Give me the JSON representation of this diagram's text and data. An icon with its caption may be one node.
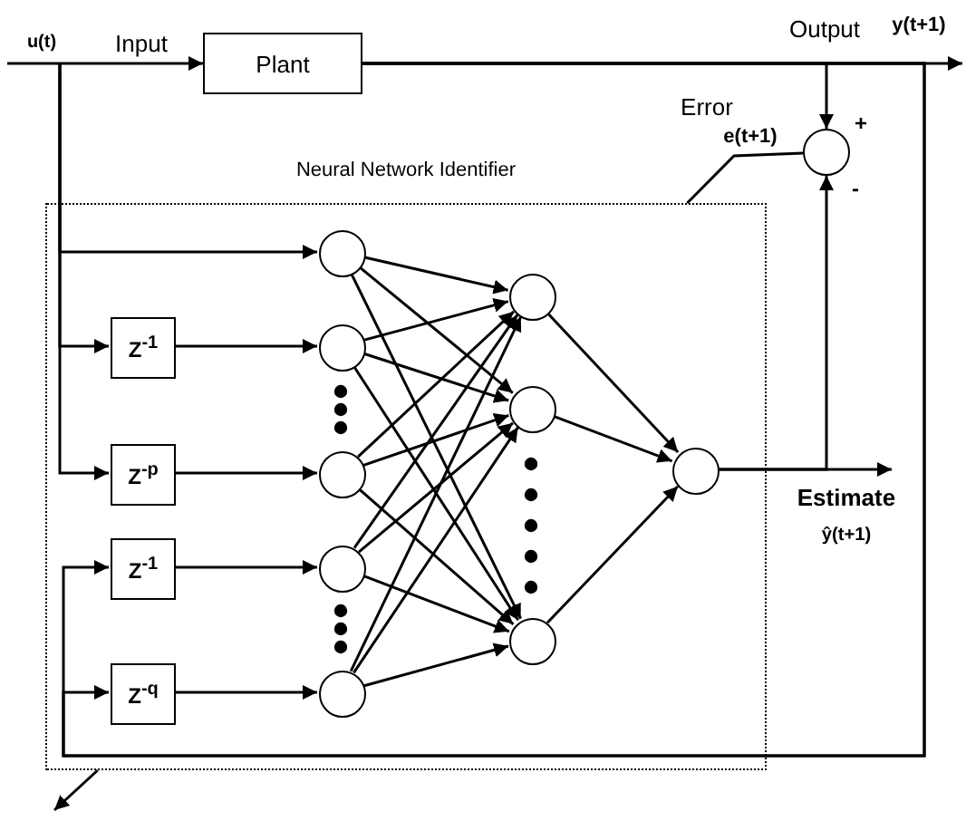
{
  "diagram": {
    "nodes": [
      {
        "text": [
          "Plant"
        ]
      },
      {
        "text": [],
        "shape": "circle"
      },
      {
        "text": [
          "Neural Network Identifier"
        ]
      },
      {
        "text": [
          "Z$^{-1}$"
        ],
        "in": 2
      },
      {
        "text": [
          "Z$^{-p}$"
        ],
        "in": 2
      },
      {
        "text": [
          "Z$^{-1}$"
        ],
        "in": 2
      },
      {
        "text": [
          "Z$^{-q}$"
        ],
        "in": 2
      },
      {
        "text": [],
        "shape": "circle",
        "in": 2
      },
      {
        "text": [],
        "shape": "circle",
        "in": 2
      },
      {
        "text": [],
        "shape": "circle",
        "in": 2
      },
      {
        "text": [],
        "shape": "circle",
        "in": 2
      },
      {
        "text": [],
        "shape": "circle",
        "in": 2
      },
      {
        "text": [],
        "shape": "circle",
        "in": 2
      },
      {
        "text": [],
        "shape": "circle",
        "in": 2
      },
      {
        "text": [],
        "shape": "circle",
        "in": 2
      },
      {
        "text": [],
        "shape": "circle",
        "in": 2
      },
      {
        "text": [
          "u(t)"
        ]
      },
      {
        "text": [
          "y(t+1)"
        ]
      },
      {
        "text": [
          "Estimate",
          "ŷ(t+1)"
        ]
      }
    ],
    "edges": [
      {
        "from": 16,
        "to": 0,
        "arrow": "to"
      },
      {
        "from": 0,
        "to": 17,
        "arrow": "to"
      },
      {
        "from": 0,
        "to": 1,
        "arrow": "to"
      },
      {
        "from": 16,
        "to": 7,
        "arrow": "to"
      },
      {
        "from": 16,
        "to": 3,
        "arrow": "to"
      },
      {
        "from": 16,
        "to": 4,
        "arrow": "to"
      },
      {
        "from": 3,
        "to": 8,
        "arrow": "to"
      },
      {
        "from": 4,
        "to": 9,
        "arrow": "to"
      },
      {
        "from": 0,
        "to": 5,
        "arrow": "to"
      },
      {
        "from": 0,
        "to": 6,
        "arrow": "to"
      },
      {
        "from": 5,
        "to": 10,
        "arrow": "to"
      },
      {
        "from": 6,
        "to": 11,
        "arrow": "to"
      },
      {
        "from": 7,
        "to": 12,
        "arrow": "to"
      },
      {
        "from": 7,
        "to": 13,
        "arrow": "to"
      },
      {
        "from": 7,
        "to": 14,
        "arrow": "to"
      },
      {
        "from": 8,
        "to": 12,
        "arrow": "to"
      },
      {
        "from": 8,
        "to": 13,
        "arrow": "to"
      },
      {
        "from": 8,
        "to": 14,
        "arrow": "to"
      },
      {
        "from": 9,
        "to": 12,
        "arrow": "to"
      },
      {
        "from": 9,
        "to": 13,
        "arrow": "to"
      },
      {
        "from": 9,
        "to": 14,
        "arrow": "to"
      },
      {
        "from": 10,
        "to": 12,
        "arrow": "to"
      },
      {
        "from": 10,
        "to": 13,
        "arrow": "to"
      },
      {
        "from": 10,
        "to": 14,
        "arrow": "to"
      },
      {
        "from": 11,
        "to": 12,
        "arrow": "to"
      },
      {
        "from": 11,
        "to": 13,
        "arrow": "to"
      },
      {
        "from": 11,
        "to": 14,
        "arrow": "to"
      },
      {
        "from": 12,
        "to": 15,
        "arrow": "to"
      },
      {
        "from": 13,
        "to": 15,
        "arrow": "to"
      },
      {
        "from": 14,
        "to": 15,
        "arrow": "to"
      },
      {
        "from": 15,
        "to": 18,
        "arrow": "to"
      },
      {
        "from": 15,
        "to": 1,
        "arrow": "to"
      },
      {
        "from": 1,
        "to": 2,
        "arrow": "none",
        "label": "e(t+1)"
      },
      {
        "from": 2,
        "to": null,
        "arrow": "to"
      }
    ],
    "labels": [
      "Input",
      "Output",
      "Error",
      "+",
      "-"
    ]
  }
}
